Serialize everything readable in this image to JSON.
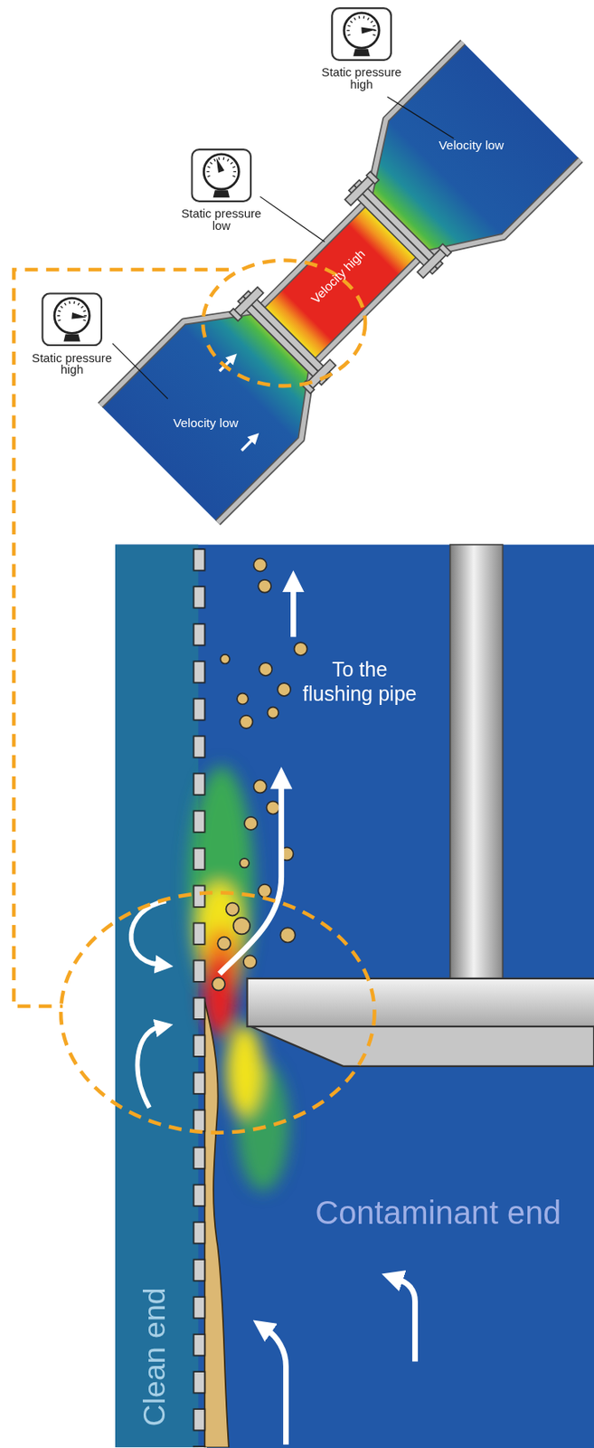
{
  "diagram": {
    "nodes": [
      {
        "text": [
          "Static pressure high"
        ]
      },
      {
        "text": [
          "Static pressure low"
        ]
      },
      {
        "text": [
          "Static pressure high"
        ]
      }
    ],
    "labels": [
      "Velocity low",
      "Velocity high",
      "Velocity low",
      "To the flushing pipe",
      "Contaminant end",
      "Clean end"
    ]
  }
}
